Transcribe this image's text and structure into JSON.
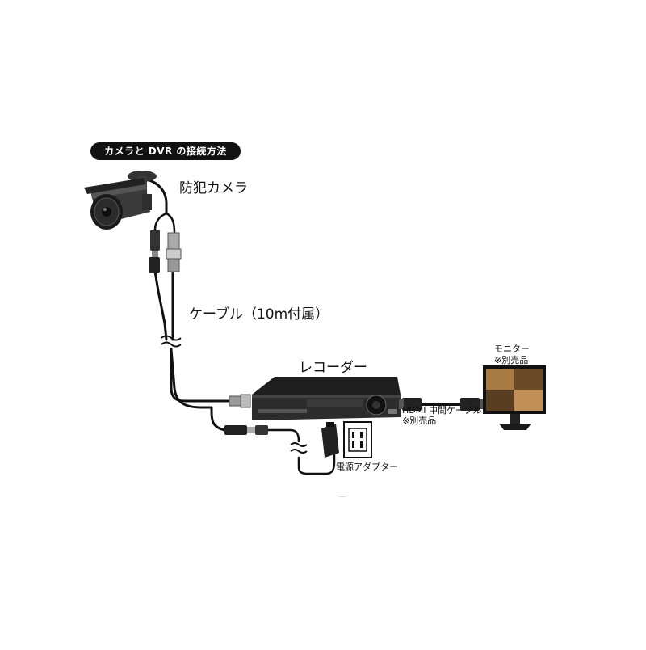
{
  "title": "カメラと DVR の接続方法",
  "labels": {
    "camera": "防犯カメラ",
    "cable": "ケーブル（10m付属）",
    "recorder": "レコーダー",
    "monitor_line1": "モニター",
    "monitor_line2": "※別売品",
    "hdmi_line1": "HDMI 中間ケーブル",
    "hdmi_line2": "※別売品",
    "adapter": "電源アダプター"
  },
  "icons": [
    "security-camera-icon",
    "recorder-icon",
    "monitor-icon",
    "power-adapter-icon",
    "wall-outlet-icon",
    "bnc-connector-icon",
    "dc-plug-icon",
    "hdmi-plug-icon",
    "cable-break-icon"
  ],
  "colors": {
    "cable": "#111111",
    "device": "#2a2a2a",
    "background": "#ffffff"
  }
}
